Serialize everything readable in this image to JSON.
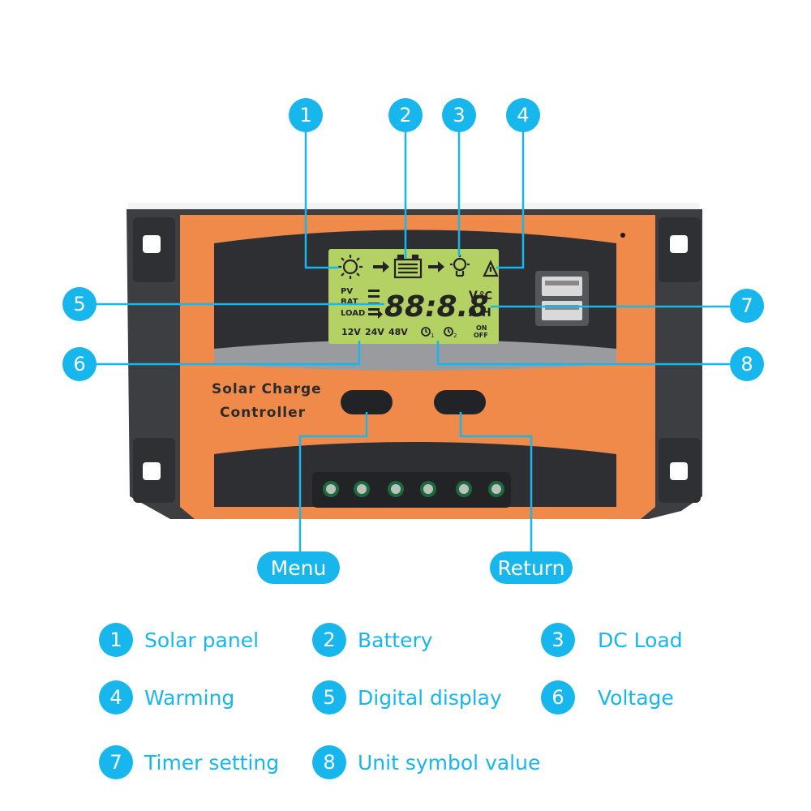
{
  "device": {
    "brand_line1": "Solar Charge",
    "brand_line2": "Controller",
    "lcd": {
      "pv": "PV",
      "bat": "BAT",
      "load": "LOAD",
      "digits": "88:8.8",
      "unit_v": "V",
      "unit_c": "°C",
      "unit_a": "A",
      "unit_h": "H",
      "v12": "12V",
      "v24": "24V",
      "v48": "48V",
      "timer1": "1",
      "timer2": "2",
      "on": "ON",
      "off": "OFF"
    },
    "colors": {
      "body": "#3d3e42",
      "orange": "#f08a4b",
      "lcd": "#b4d264",
      "accent": "#17b6ec"
    }
  },
  "callouts": [
    "1",
    "2",
    "3",
    "4",
    "5",
    "6",
    "7",
    "8"
  ],
  "buttons": {
    "menu": "Menu",
    "return": "Return"
  },
  "legend": [
    {
      "num": "1",
      "label": "Solar panel"
    },
    {
      "num": "2",
      "label": "Battery"
    },
    {
      "num": "3",
      "label": "DC Load"
    },
    {
      "num": "4",
      "label": "Warming"
    },
    {
      "num": "5",
      "label": "Digital display"
    },
    {
      "num": "6",
      "label": "Voltage"
    },
    {
      "num": "7",
      "label": "Timer setting"
    },
    {
      "num": "8",
      "label": "Unit symbol value"
    }
  ]
}
